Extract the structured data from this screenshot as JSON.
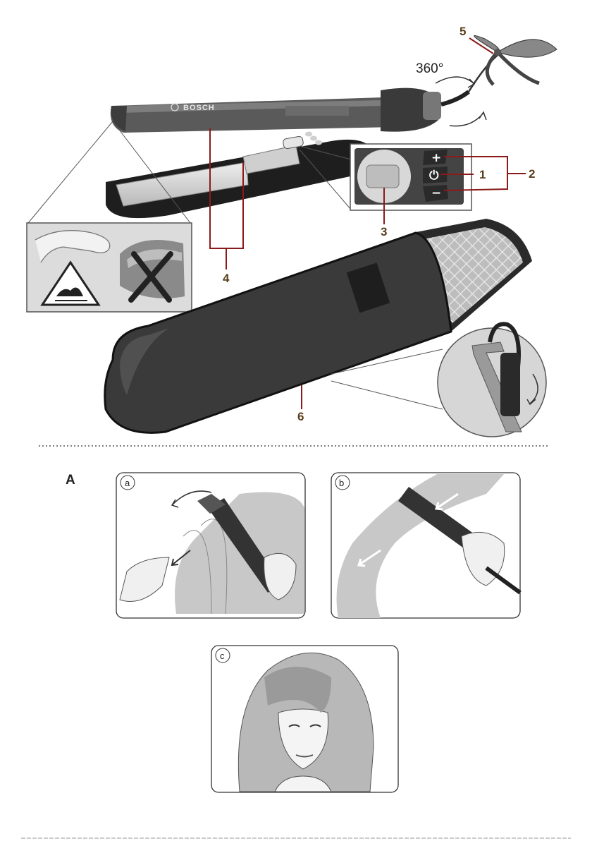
{
  "rotation_label": "360°",
  "brand": "BOSCH",
  "control_panel": {
    "plus_symbol": "+",
    "power_symbol": "⏻",
    "minus_symbol": "−"
  },
  "callouts": [
    "1",
    "2",
    "3",
    "4",
    "5",
    "6"
  ],
  "section_label": "A",
  "panels": [
    "a",
    "b",
    "c"
  ],
  "colors": {
    "callout_text": "#5a3f1c",
    "callout_line": "#8b1a1a",
    "device_body": "#5a5a5a",
    "device_dark": "#2a2a2a",
    "case": "#3a3a3a"
  },
  "icons": [
    "heat-warning-icon",
    "prohibited-cross-icon",
    "rotate-arrow-icon"
  ]
}
